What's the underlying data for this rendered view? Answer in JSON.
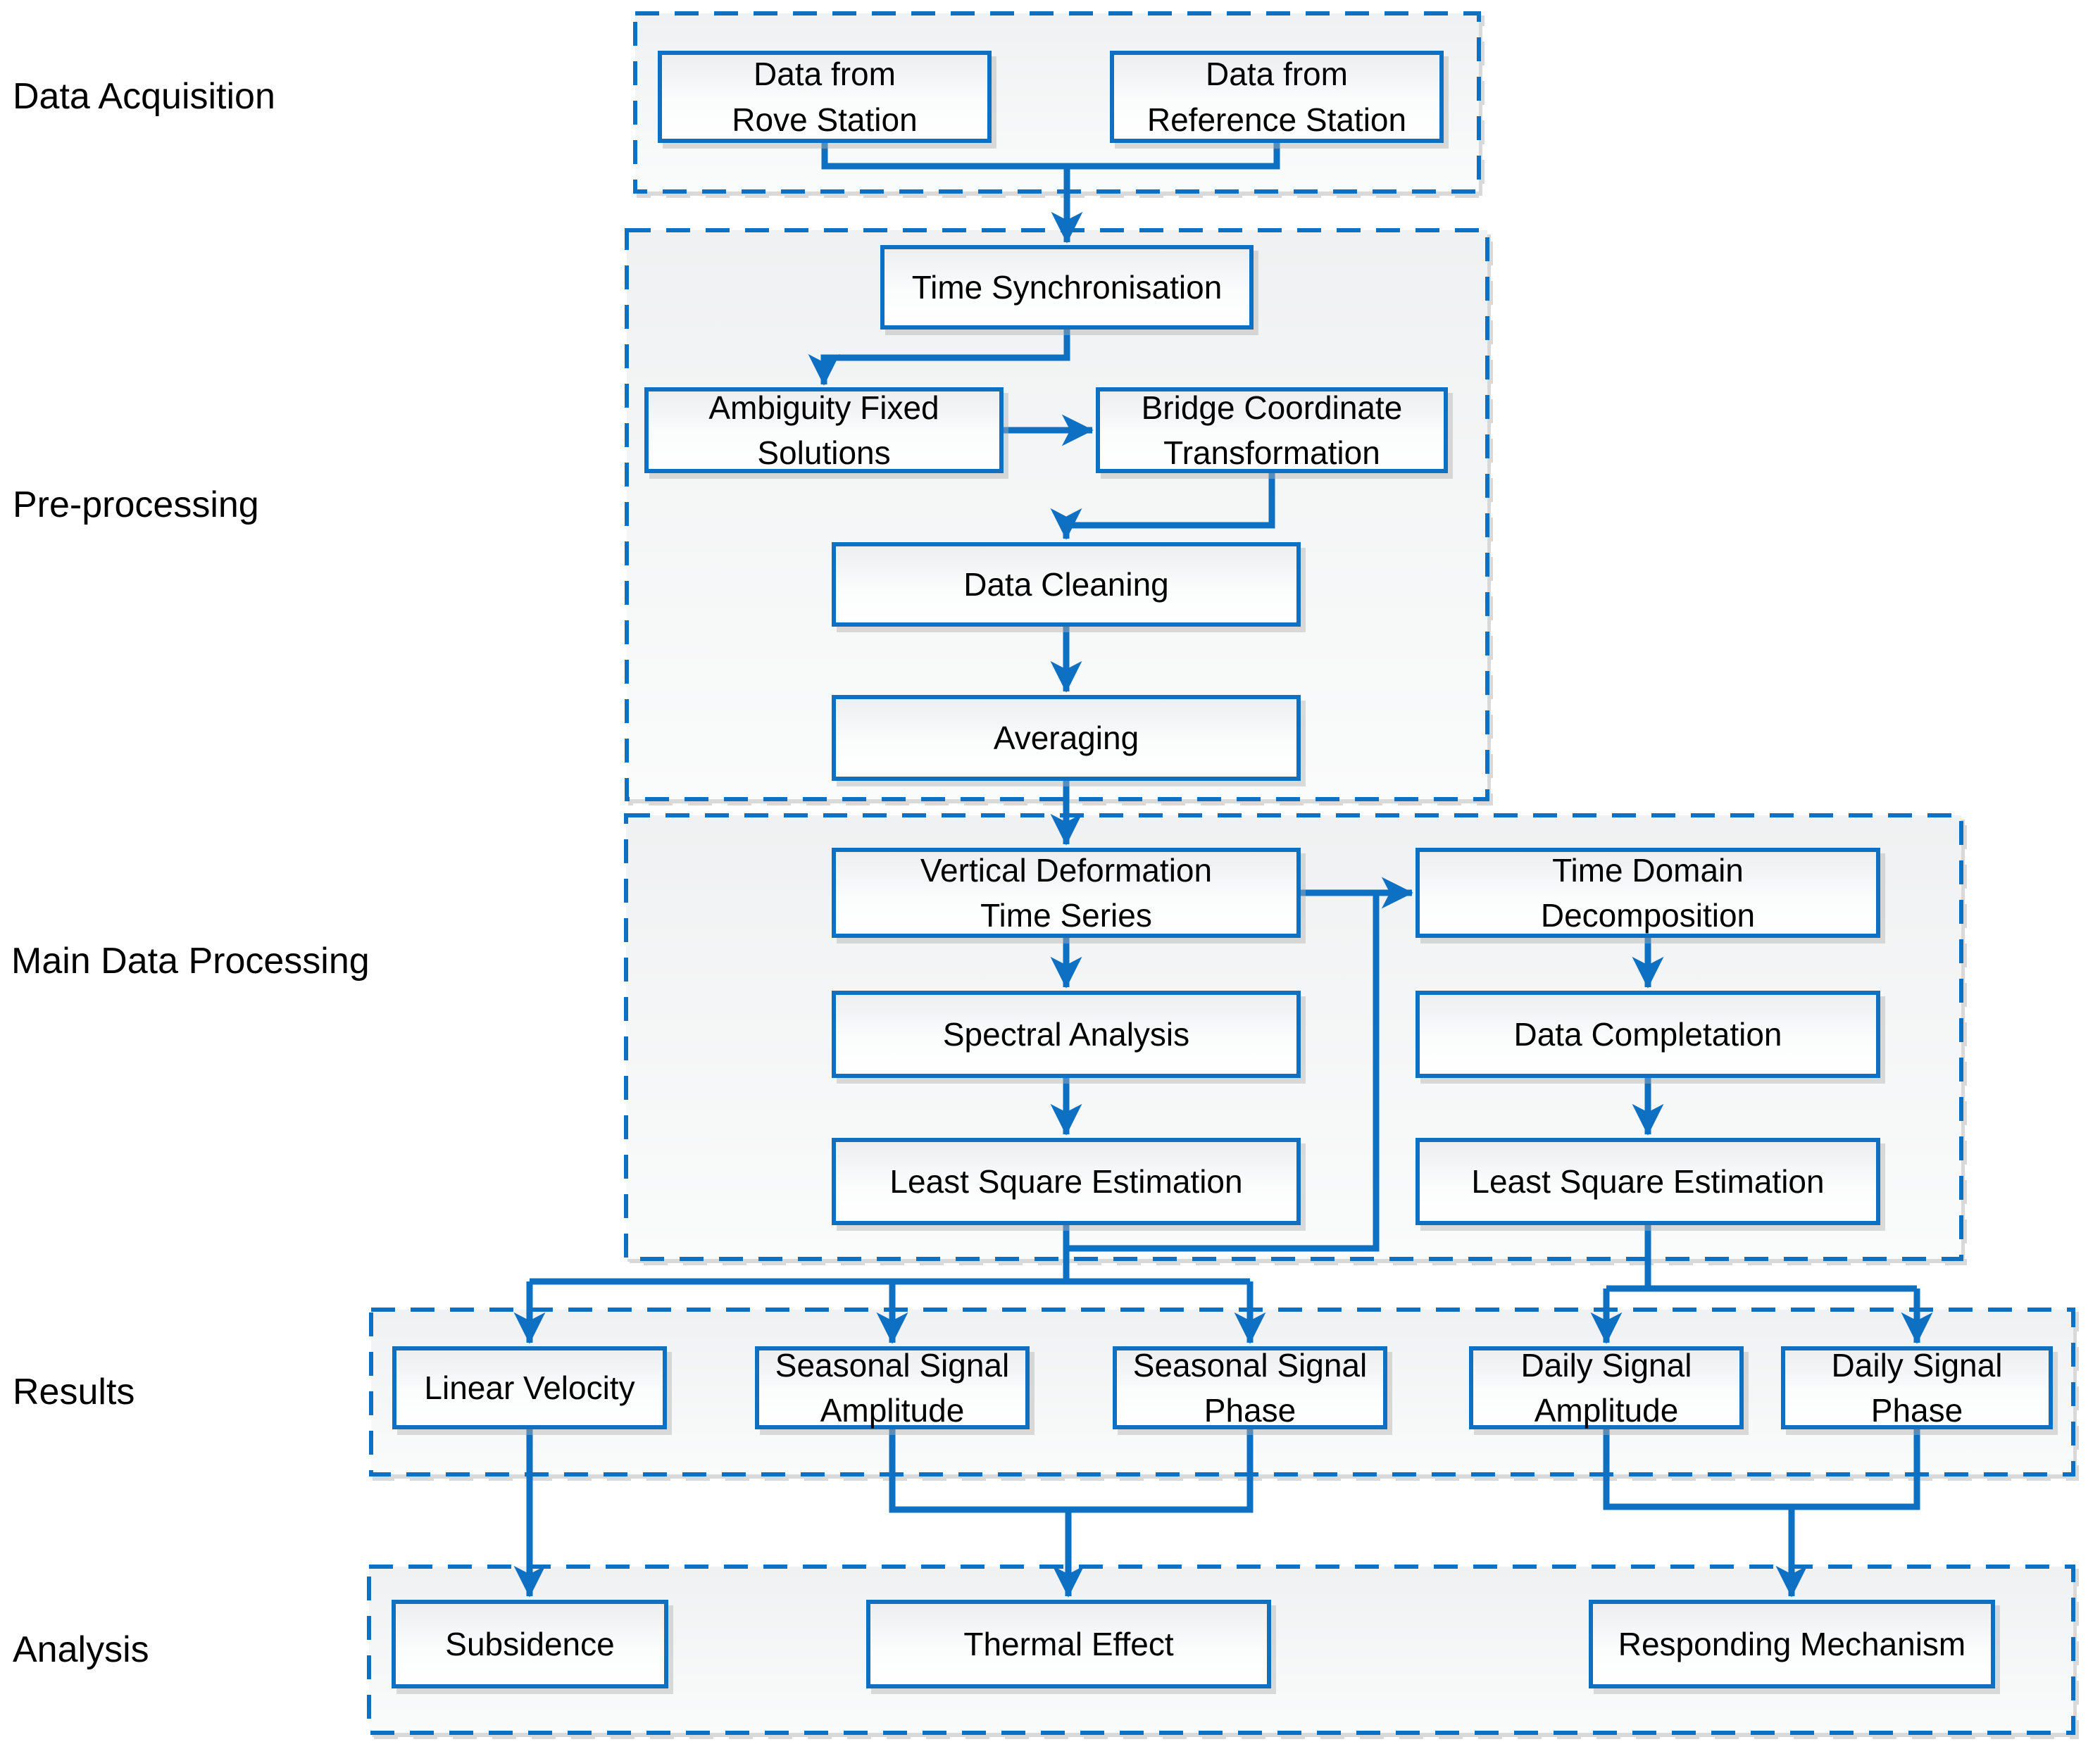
{
  "diagram": {
    "colors": {
      "accent": "#0d70c2",
      "text": "#000000"
    },
    "sections": {
      "data_acquisition": {
        "label": "Data Acquisition"
      },
      "pre_processing": {
        "label": "Pre-processing"
      },
      "main_data_processing": {
        "label": "Main Data Processing"
      },
      "results": {
        "label": "Results"
      },
      "analysis": {
        "label": "Analysis"
      }
    },
    "nodes": {
      "rove": {
        "label": "Data from\nRove Station"
      },
      "reference": {
        "label": "Data from\nReference Station"
      },
      "time_sync": {
        "label": "Time Synchronisation"
      },
      "ambiguity": {
        "label": "Ambiguity Fixed\nSolutions"
      },
      "bridge": {
        "label": "Bridge Coordinate\nTransformation"
      },
      "cleaning": {
        "label": "Data Cleaning"
      },
      "averaging": {
        "label": "Averaging"
      },
      "vdts": {
        "label": "Vertical Deformation\nTime Series"
      },
      "tdd": {
        "label": "Time Domain\nDecomposition"
      },
      "spectral": {
        "label": "Spectral Analysis"
      },
      "completation": {
        "label": "Data Completation"
      },
      "lse_left": {
        "label": "Least Square Estimation"
      },
      "lse_right": {
        "label": "Least Square Estimation"
      },
      "linear_velocity": {
        "label": "Linear Velocity"
      },
      "seasonal_amplitude": {
        "label": "Seasonal Signal\nAmplitude"
      },
      "seasonal_phase": {
        "label": "Seasonal Signal\nPhase"
      },
      "daily_amplitude": {
        "label": "Daily Signal\nAmplitude"
      },
      "daily_phase": {
        "label": "Daily Signal\nPhase"
      },
      "subsidence": {
        "label": "Subsidence"
      },
      "thermal": {
        "label": "Thermal Effect"
      },
      "responding": {
        "label": "Responding Mechanism"
      }
    },
    "connections": [
      {
        "from": "rove",
        "to": "time_sync"
      },
      {
        "from": "reference",
        "to": "time_sync"
      },
      {
        "from": "time_sync",
        "to": "ambiguity"
      },
      {
        "from": "ambiguity",
        "to": "bridge"
      },
      {
        "from": "bridge",
        "to": "cleaning"
      },
      {
        "from": "cleaning",
        "to": "averaging"
      },
      {
        "from": "averaging",
        "to": "vdts"
      },
      {
        "from": "vdts",
        "to": "tdd"
      },
      {
        "from": "vdts",
        "to": "spectral"
      },
      {
        "from": "vdts",
        "to": "results-left-branch"
      },
      {
        "from": "spectral",
        "to": "lse_left"
      },
      {
        "from": "tdd",
        "to": "completation"
      },
      {
        "from": "completation",
        "to": "lse_right"
      },
      {
        "from": "lse_left",
        "to": "linear_velocity"
      },
      {
        "from": "lse_left",
        "to": "seasonal_amplitude"
      },
      {
        "from": "lse_left",
        "to": "seasonal_phase"
      },
      {
        "from": "lse_right",
        "to": "daily_amplitude"
      },
      {
        "from": "lse_right",
        "to": "daily_phase"
      },
      {
        "from": "linear_velocity",
        "to": "subsidence"
      },
      {
        "from": "seasonal_amplitude",
        "to": "thermal"
      },
      {
        "from": "seasonal_phase",
        "to": "thermal"
      },
      {
        "from": "daily_amplitude",
        "to": "responding"
      },
      {
        "from": "daily_phase",
        "to": "responding"
      }
    ]
  }
}
